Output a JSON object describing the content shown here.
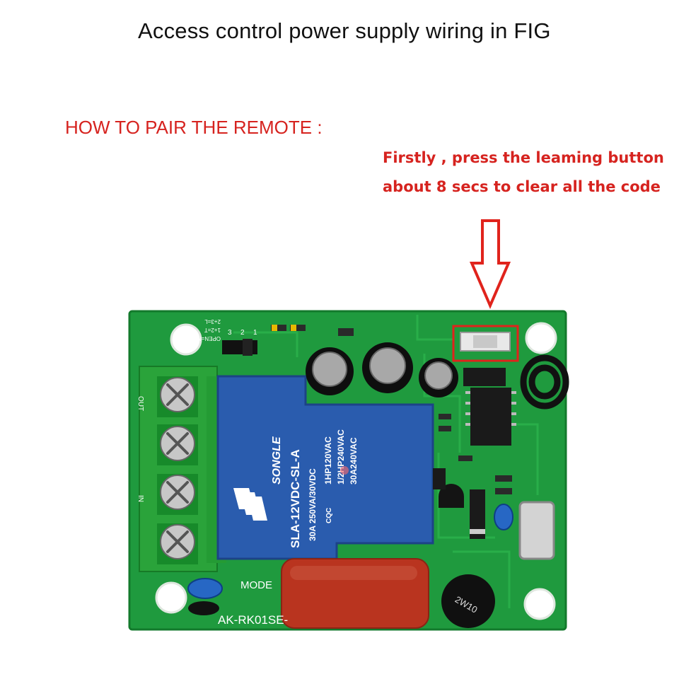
{
  "title": "Access control power supply wiring in FIG",
  "heading": "HOW TO PAIR THE REMOTE :",
  "instructions": {
    "line1": "Firstly , press the leaming button",
    "line2": "about 8 secs to clear all the code"
  },
  "board": {
    "model_label": "AK-RK01SE-",
    "mode_label": "MODE",
    "jumper_labels": [
      "OPEN=M",
      "1+2=T",
      "2+3=L"
    ],
    "jumper_pins": [
      "3",
      "2",
      "1"
    ],
    "terminal_labels": [
      "OUT",
      "IN"
    ],
    "relay": {
      "brand": "SONGLE",
      "model": "SLA-12VDC-SL-A",
      "rating1": "30A 250VA/30VDC",
      "rating2": "1HP120VAC",
      "rating3": "1/2HP240VAC",
      "rating4": "30A240VAC",
      "cert": "CQC"
    },
    "rectifier_label": "2W10",
    "colors": {
      "pcb": "#1f9a3e",
      "relay": "#2a5cae",
      "terminal": "#2aa33a",
      "capacitor": "#b9341f",
      "highlight": "#e0231c"
    }
  }
}
